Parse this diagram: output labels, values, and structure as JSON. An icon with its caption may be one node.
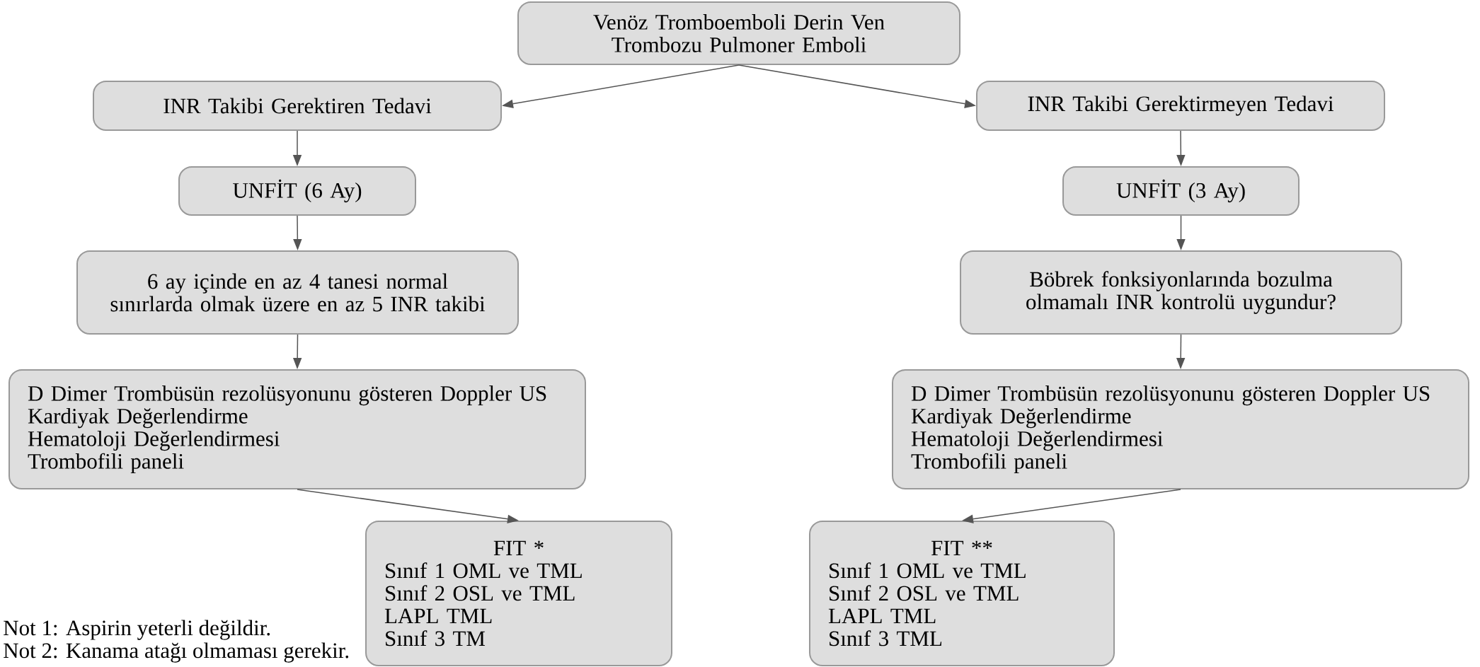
{
  "diagram": {
    "nodes": [
      {
        "text": [
          "Venöz Tromboemboli Derin Ven Trombozu Pulmoner Emboli"
        ]
      },
      {
        "text": [
          "INR Takibi Gerektiren Tedavi"
        ]
      },
      {
        "text": [
          "INR Takibi Gerektirmeyen Tedavi"
        ]
      },
      {
        "text": [
          "UNFİT (6 Ay)"
        ]
      },
      {
        "text": [
          "UNFİT (3 Ay)"
        ]
      },
      {
        "text": [
          "6 ay içinde en az 4 tanesi normal sınırlarda olmak üzere en az 5 INR takibi"
        ]
      },
      {
        "text": [
          "Böbrek fonksiyonlarında bozulma olmamalı INR kontrolü uygundur?"
        ]
      },
      {
        "text": [
          "D Dimer Trombüsün rezolüsyonunu gösteren Doppler US",
          "Kardiyak Değerlendirme",
          "Hematoloji Değerlendirmesi",
          "Trombofili paneli"
        ]
      },
      {
        "text": [
          "D Dimer Trombüsün rezolüsyonunu gösteren Doppler US",
          "Kardiyak Değerlendirme",
          "Hematoloji Değerlendirmesi",
          "Trombofili paneli"
        ]
      },
      {
        "text": [
          "FIT *",
          "Sınıf 1 OML ve TML",
          "Sınıf 2 OSL ve TML",
          "LAPL TML",
          "Sınıf 3 TM"
        ]
      },
      {
        "text": [
          "FIT **",
          "Sınıf 1 OML ve TML",
          "Sınıf 2 OSL ve TML",
          "LAPL TML",
          "Sınıf 3 TML"
        ]
      }
    ],
    "edges": [
      {
        "from": 0,
        "to": 1,
        "arrow": "to"
      },
      {
        "from": 0,
        "to": 2,
        "arrow": "to"
      },
      {
        "from": 1,
        "to": 3,
        "arrow": "to"
      },
      {
        "from": 3,
        "to": 5,
        "arrow": "to"
      },
      {
        "from": 5,
        "to": 7,
        "arrow": "to"
      },
      {
        "from": 7,
        "to": 9,
        "arrow": "to"
      },
      {
        "from": 2,
        "to": 4,
        "arrow": "to"
      },
      {
        "from": 4,
        "to": 6,
        "arrow": "to"
      },
      {
        "from": 6,
        "to": 8,
        "arrow": "to"
      },
      {
        "from": 8,
        "to": 10,
        "arrow": "to"
      }
    ],
    "labels": [
      "Not 1: Aspirin yeterli değildir.",
      "Not 2: Kanama atağı olmaması gerekir."
    ]
  }
}
